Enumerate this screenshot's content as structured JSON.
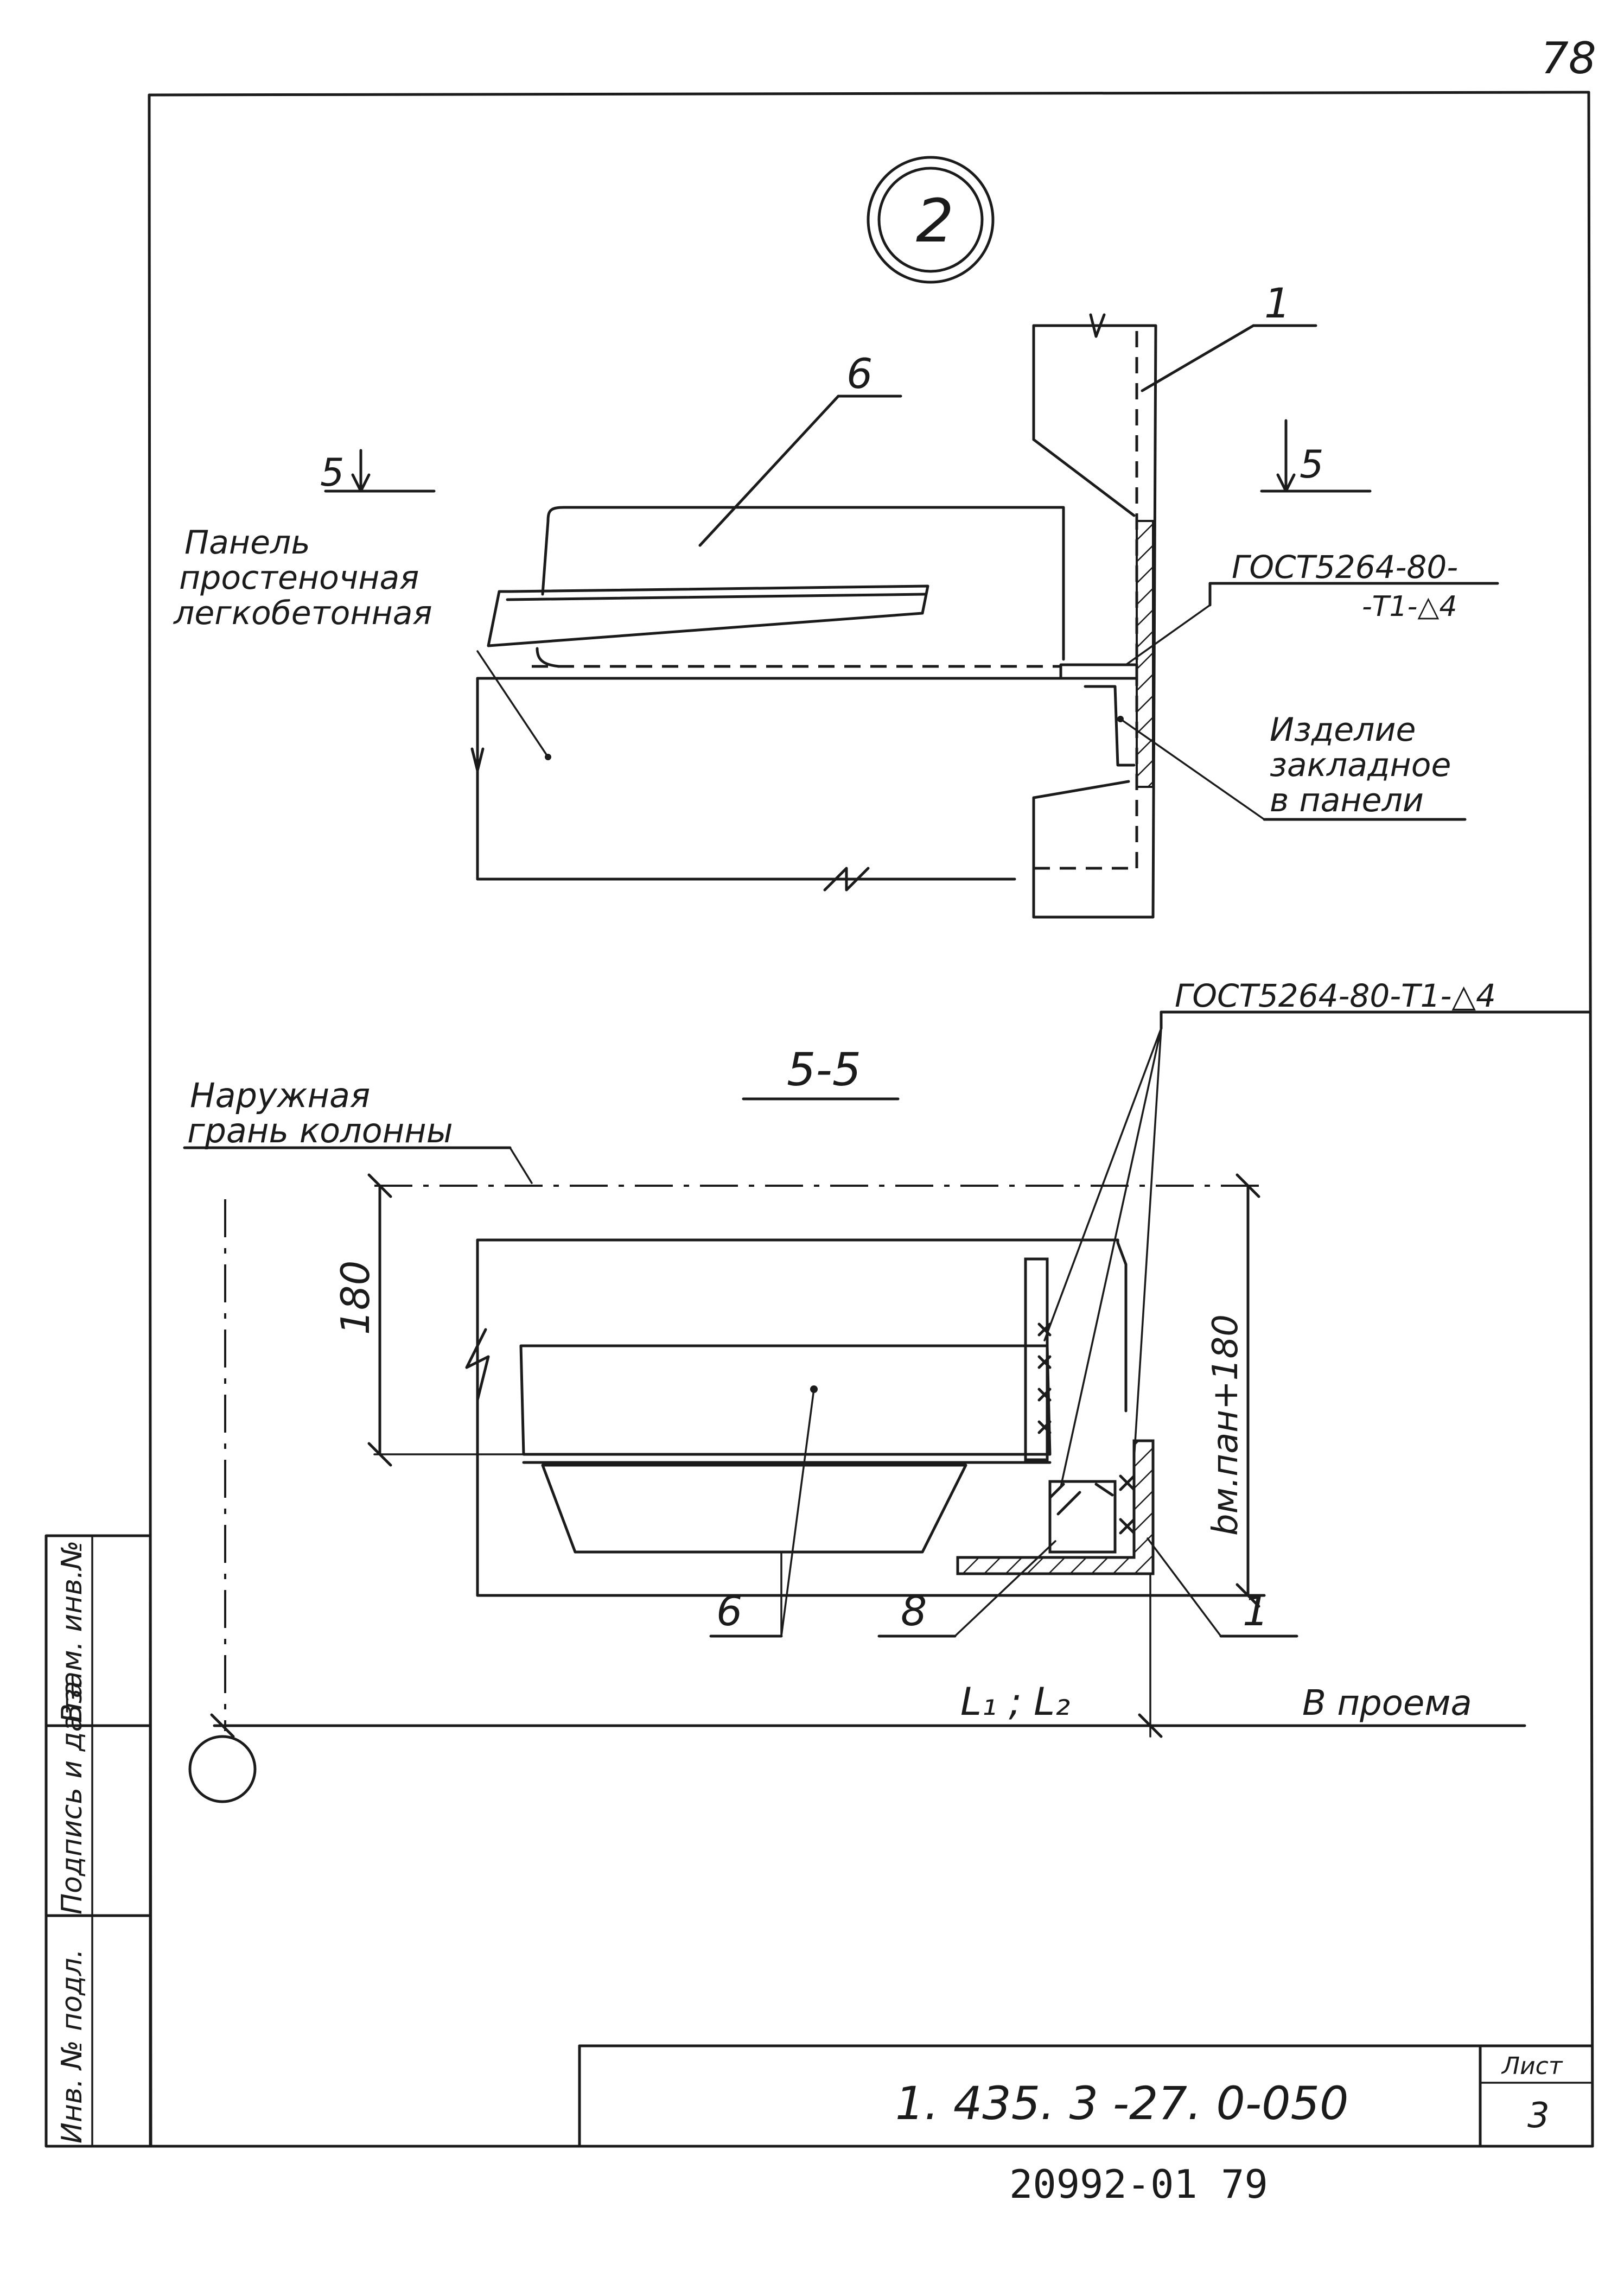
{
  "page": {
    "corner_number": "78",
    "bottom_stamp": "20992-01   79"
  },
  "title_block": {
    "designation": "1. 435. 3 -27. 0-050",
    "sheet_label": "Лист",
    "sheet_number": "3"
  },
  "side_stamp": {
    "cell_top": "Взам. инв.№",
    "cell_mid": "Подпись и дата",
    "cell_bottom": "Инв. № подл."
  },
  "detail": {
    "marker": "2"
  },
  "upper_view": {
    "section_mark_left": "5",
    "section_mark_right": "5",
    "label_item_6": "6",
    "label_item_1": "1",
    "panel_label": [
      "Панель",
      "простеночная",
      "легкобетонная"
    ],
    "weld_note": [
      "ГОСТ5264-80-",
      "-Т1-△4"
    ],
    "embed_label": [
      "Изделие",
      "закладное",
      "в панели"
    ]
  },
  "section_view": {
    "title": "5-5",
    "weld_note": "ГОСТ5264-80-Т1-△4",
    "face_label": [
      "Наружная",
      "грань колонны"
    ],
    "dim_180": "180",
    "dim_right": "bм.пан+180",
    "label_6": "6",
    "label_8": "8",
    "label_1": "1",
    "dim_L": "L₁ ; L₂",
    "dim_opening": "В проема"
  }
}
